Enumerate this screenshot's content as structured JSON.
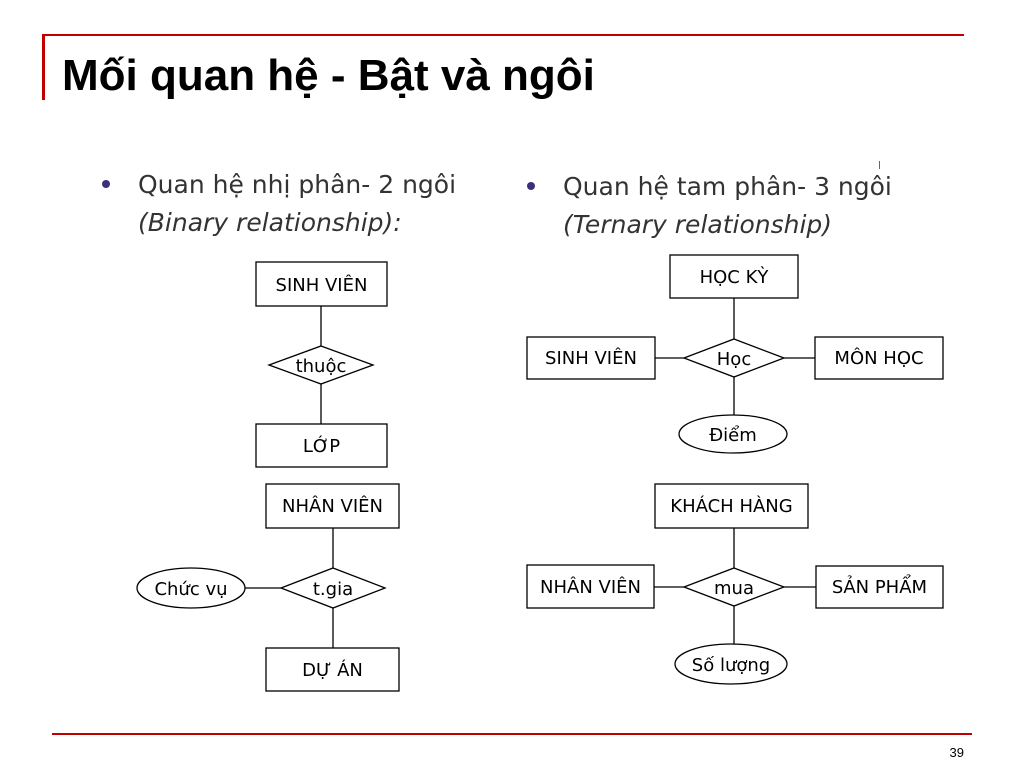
{
  "slide": {
    "title": "Mối quan hệ - Bật và ngôi",
    "page_number": "39"
  },
  "bullets": [
    {
      "main": "Quan hệ nhị phân- 2 ngôi",
      "sub": "(Binary relationship):"
    },
    {
      "main": "Quan hệ tam phân- 3 ngôi",
      "sub": "(Ternary relationship)"
    }
  ],
  "diagrams": {
    "binary_1": {
      "entity_top": "SINH VIÊN",
      "relationship": "thuộc",
      "entity_bottom": "LỚP"
    },
    "binary_2": {
      "entity_top": "NHÂN VIÊN",
      "relationship": "t.gia",
      "attribute": "Chức vụ",
      "entity_bottom": "DỰ ÁN"
    },
    "ternary_1": {
      "entity_top": "HỌC KỲ",
      "entity_left": "SINH VIÊN",
      "relationship": "Học",
      "entity_right": "MÔN HỌC",
      "attribute": "Điểm"
    },
    "ternary_2": {
      "entity_top": "KHÁCH HÀNG",
      "entity_left": "NHÂN VIÊN",
      "relationship": "mua",
      "entity_right": "SẢN PHẨM",
      "attribute": "Số lượng"
    }
  }
}
